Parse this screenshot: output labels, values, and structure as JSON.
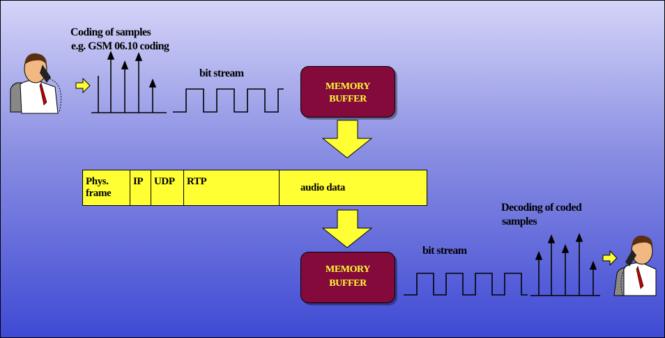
{
  "sender": {
    "label_line1": "Coding of samples",
    "label_line2": "e.g. GSM 06.10 coding"
  },
  "bitstream_top": "bit stream",
  "bitstream_bottom": "bit stream",
  "memory_buffer": {
    "line1": "MEMORY",
    "line2": "BUFFER"
  },
  "packet": {
    "cells": [
      "Phys.\nframe",
      "IP",
      "UDP",
      "RTP",
      "audio data"
    ]
  },
  "receiver": {
    "label_line1": "Decoding of coded",
    "label_line2": "samples"
  },
  "colors": {
    "arrow_fill": "#ffff33",
    "buffer_fill": "#840a3c",
    "buffer_text": "#ffff33",
    "packet_fill": "#ffff33"
  }
}
